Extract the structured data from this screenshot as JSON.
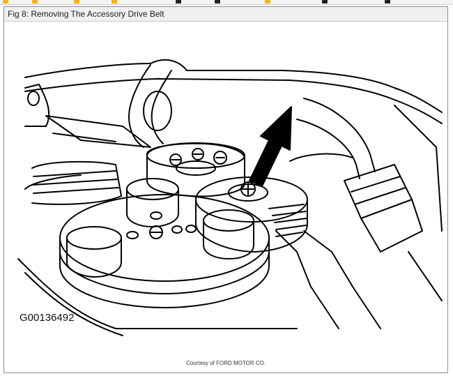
{
  "figure": {
    "caption": "Fig 8: Removing The Accessory Drive Belt",
    "figure_id": "G00136492",
    "credit": "Courtesy of FORD MOTOR CO."
  },
  "bookmarks_bar": {
    "items": [
      {
        "icon": "folder-icon",
        "color": "#f4b400"
      },
      {
        "icon": "folder-icon",
        "color": "#f4b400"
      },
      {
        "icon": "folder-icon",
        "color": "#f4b400"
      },
      {
        "icon": "folder-icon",
        "color": "#f4b400"
      },
      {
        "icon": "site-icon",
        "color": "#202124"
      },
      {
        "icon": "site-icon",
        "color": "#f4b400"
      },
      {
        "icon": "site-icon",
        "color": "#202124"
      },
      {
        "icon": "site-icon",
        "color": "#202124"
      },
      {
        "icon": "site-icon",
        "color": "#202124"
      }
    ]
  },
  "colors": {
    "frame_border": "#8c8c8c",
    "caption_bar": "#f0f0f0",
    "line_art": "#000000"
  }
}
